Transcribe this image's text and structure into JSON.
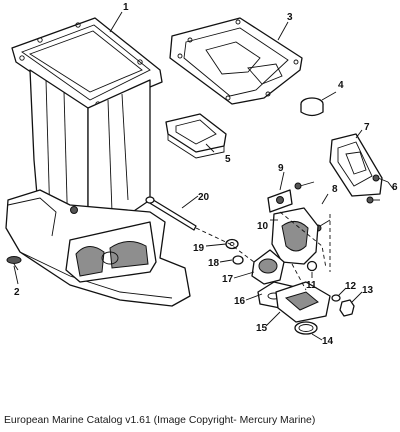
{
  "callouts": {
    "c1": "1",
    "c2": "2",
    "c3": "3",
    "c4": "4",
    "c5": "5",
    "c6": "6",
    "c7": "7",
    "c8": "8",
    "c9": "9",
    "c10": "10",
    "c11": "11",
    "c12": "12",
    "c13": "13",
    "c14": "14",
    "c15": "15",
    "c16": "16",
    "c17": "17",
    "c18": "18",
    "c19": "19",
    "c20": "20"
  },
  "caption": "European Marine Catalog v1.61 (Image Copyright- Mercury Marine)"
}
